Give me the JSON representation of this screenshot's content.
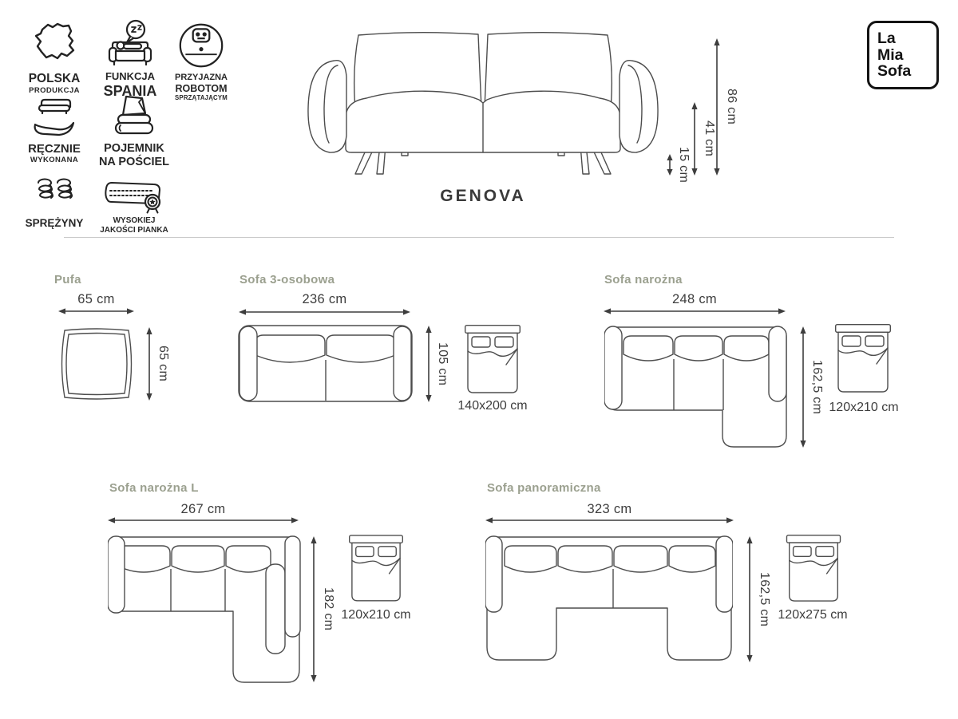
{
  "brand": {
    "logo_line1": "La",
    "logo_line2": "Mia",
    "logo_line3": "Sofa"
  },
  "product": {
    "name": "GENOVA"
  },
  "front_view": {
    "total_height": "86 cm",
    "seat_height": "41 cm",
    "leg_height": "15 cm"
  },
  "features": [
    {
      "id": "polska-produkcja",
      "icon": "poland-map-icon",
      "line1": "POLSKA",
      "line2": "PRODUKCJA"
    },
    {
      "id": "funkcja-spania",
      "icon": "sleep-function-icon",
      "line1": "FUNKCJA",
      "line2": "SPANIA"
    },
    {
      "id": "przyjazna-robotom",
      "icon": "robot-vacuum-icon",
      "line1": "PRZYJAZNA",
      "line2": "ROBOTOM",
      "line3": "SPRZĄTAJĄCYM"
    },
    {
      "id": "recznie-wykonana",
      "icon": "handmade-icon",
      "line1": "RĘCZNIE",
      "line2": "WYKONANA"
    },
    {
      "id": "pojemnik-na-posciel",
      "icon": "bedding-storage-icon",
      "line1": "POJEMNIK",
      "line2": "NA POŚCIEL"
    },
    {
      "id": "sprezyny",
      "icon": "springs-icon",
      "line1": "SPRĘŻYNY"
    },
    {
      "id": "wysokiej-jakosci-pianka",
      "icon": "foam-quality-icon",
      "line1": "WYSOKIEJ",
      "line2": "JAKOŚCI PIANKA"
    }
  ],
  "variants": [
    {
      "id": "pufa",
      "title": "Pufa",
      "width": "65 cm",
      "depth": "65 cm"
    },
    {
      "id": "sofa-3-osobowa",
      "title": "Sofa 3-osobowa",
      "width": "236 cm",
      "depth": "105 cm",
      "bed": "140x200 cm"
    },
    {
      "id": "sofa-narozna",
      "title": "Sofa narożna",
      "width": "248 cm",
      "depth": "162,5 cm",
      "bed": "120x210 cm"
    },
    {
      "id": "sofa-narozna-l",
      "title": "Sofa narożna L",
      "width": "267 cm",
      "depth": "182 cm",
      "bed": "120x210 cm"
    },
    {
      "id": "sofa-panoramiczna",
      "title": "Sofa panoramiczna",
      "width": "323 cm",
      "depth": "162,5 cm",
      "bed": "120x275 cm"
    }
  ],
  "colors": {
    "accent_title": "#9ba08f",
    "drawing_line": "#4d4d4d",
    "icon_line": "#222222",
    "dim_text": "#3d3d3d",
    "divider": "#c9c9c9",
    "logo_border": "#141414"
  }
}
